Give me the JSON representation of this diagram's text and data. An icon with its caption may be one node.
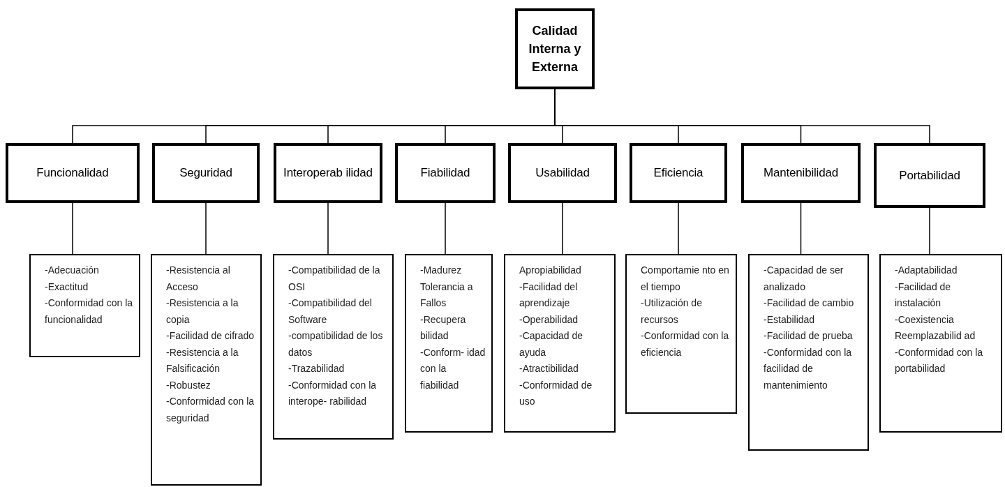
{
  "diagram": {
    "nodes": [
      {
        "text": [
          "Calidad Interna y Externa"
        ]
      },
      {
        "text": [
          "Funcionalidad"
        ]
      },
      {
        "text": [
          "Seguridad"
        ]
      },
      {
        "text": [
          "Interoperab ilidad"
        ]
      },
      {
        "text": [
          "Fiabilidad"
        ]
      },
      {
        "text": [
          "Usabilidad"
        ]
      },
      {
        "text": [
          "Eficiencia"
        ]
      },
      {
        "text": [
          "Mantenibilidad"
        ]
      },
      {
        "text": [
          "Portabilidad"
        ]
      },
      {
        "text": [
          "-Adecuación",
          "-Exactitud",
          "-Conformidad con la funcionalidad"
        ]
      },
      {
        "text": [
          "-Resistencia al Acceso",
          "-Resistencia a la copia",
          "-Facilidad de cifrado",
          "-Resistencia a la Falsificación",
          "-Robustez",
          "-Conformidad con la seguridad"
        ]
      },
      {
        "text": [
          "-Compatibilidad de la OSI",
          "-Compatibilidad del Software",
          "-compatibilidad de los datos",
          "-Trazabilidad",
          "-Conformidad con la interope- rabilidad"
        ]
      },
      {
        "text": [
          "-Madurez",
          "Tolerancia a Fallos",
          "-Recupera bilidad",
          "-Conform- idad con la fiabilidad"
        ]
      },
      {
        "text": [
          "Apropiabilidad",
          "-Facilidad del aprendizaje",
          "-Operabilidad",
          "-Capacidad de ayuda",
          "-Atractibilidad",
          "-Conformidad de uso"
        ]
      },
      {
        "text": [
          "Comportamie nto en el tiempo",
          "-Utilización de recursos",
          "-Conformidad con la eficiencia"
        ]
      },
      {
        "text": [
          "-Capacidad de ser analizado",
          "-Facilidad de cambio",
          "-Estabilidad",
          "-Facilidad de prueba",
          "-Conformidad con la facilidad de mantenimiento"
        ]
      },
      {
        "text": [
          "-Adaptabilidad",
          "-Facilidad de instalación",
          "-Coexistencia",
          "Reemplazabilid ad",
          "-Conformidad con la portabilidad"
        ]
      }
    ],
    "edges": [
      {
        "from": 0,
        "to": 1,
        "arrow": "none"
      },
      {
        "from": 0,
        "to": 2,
        "arrow": "none"
      },
      {
        "from": 0,
        "to": 3,
        "arrow": "none"
      },
      {
        "from": 0,
        "to": 4,
        "arrow": "none"
      },
      {
        "from": 0,
        "to": 5,
        "arrow": "none"
      },
      {
        "from": 0,
        "to": 6,
        "arrow": "none"
      },
      {
        "from": 0,
        "to": 7,
        "arrow": "none"
      },
      {
        "from": 0,
        "to": 8,
        "arrow": "none"
      },
      {
        "from": 1,
        "to": 9,
        "arrow": "none"
      },
      {
        "from": 2,
        "to": 10,
        "arrow": "none"
      },
      {
        "from": 3,
        "to": 11,
        "arrow": "none"
      },
      {
        "from": 4,
        "to": 12,
        "arrow": "none"
      },
      {
        "from": 5,
        "to": 13,
        "arrow": "none"
      },
      {
        "from": 6,
        "to": 14,
        "arrow": "none"
      },
      {
        "from": 7,
        "to": 15,
        "arrow": "none"
      },
      {
        "from": 8,
        "to": 16,
        "arrow": "none"
      }
    ]
  }
}
